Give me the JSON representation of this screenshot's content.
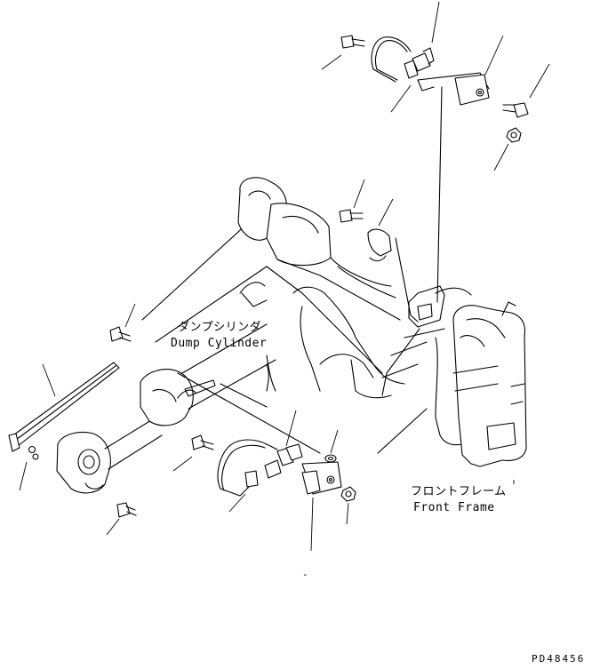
{
  "labels": {
    "dump_cylinder_jp": "ダンプシリンダ",
    "dump_cylinder_en": "Dump Cylinder",
    "front_frame_jp": "フロントフレーム",
    "front_frame_en": "Front Frame"
  },
  "drawing_code": "PD48456",
  "center_mark": "-"
}
